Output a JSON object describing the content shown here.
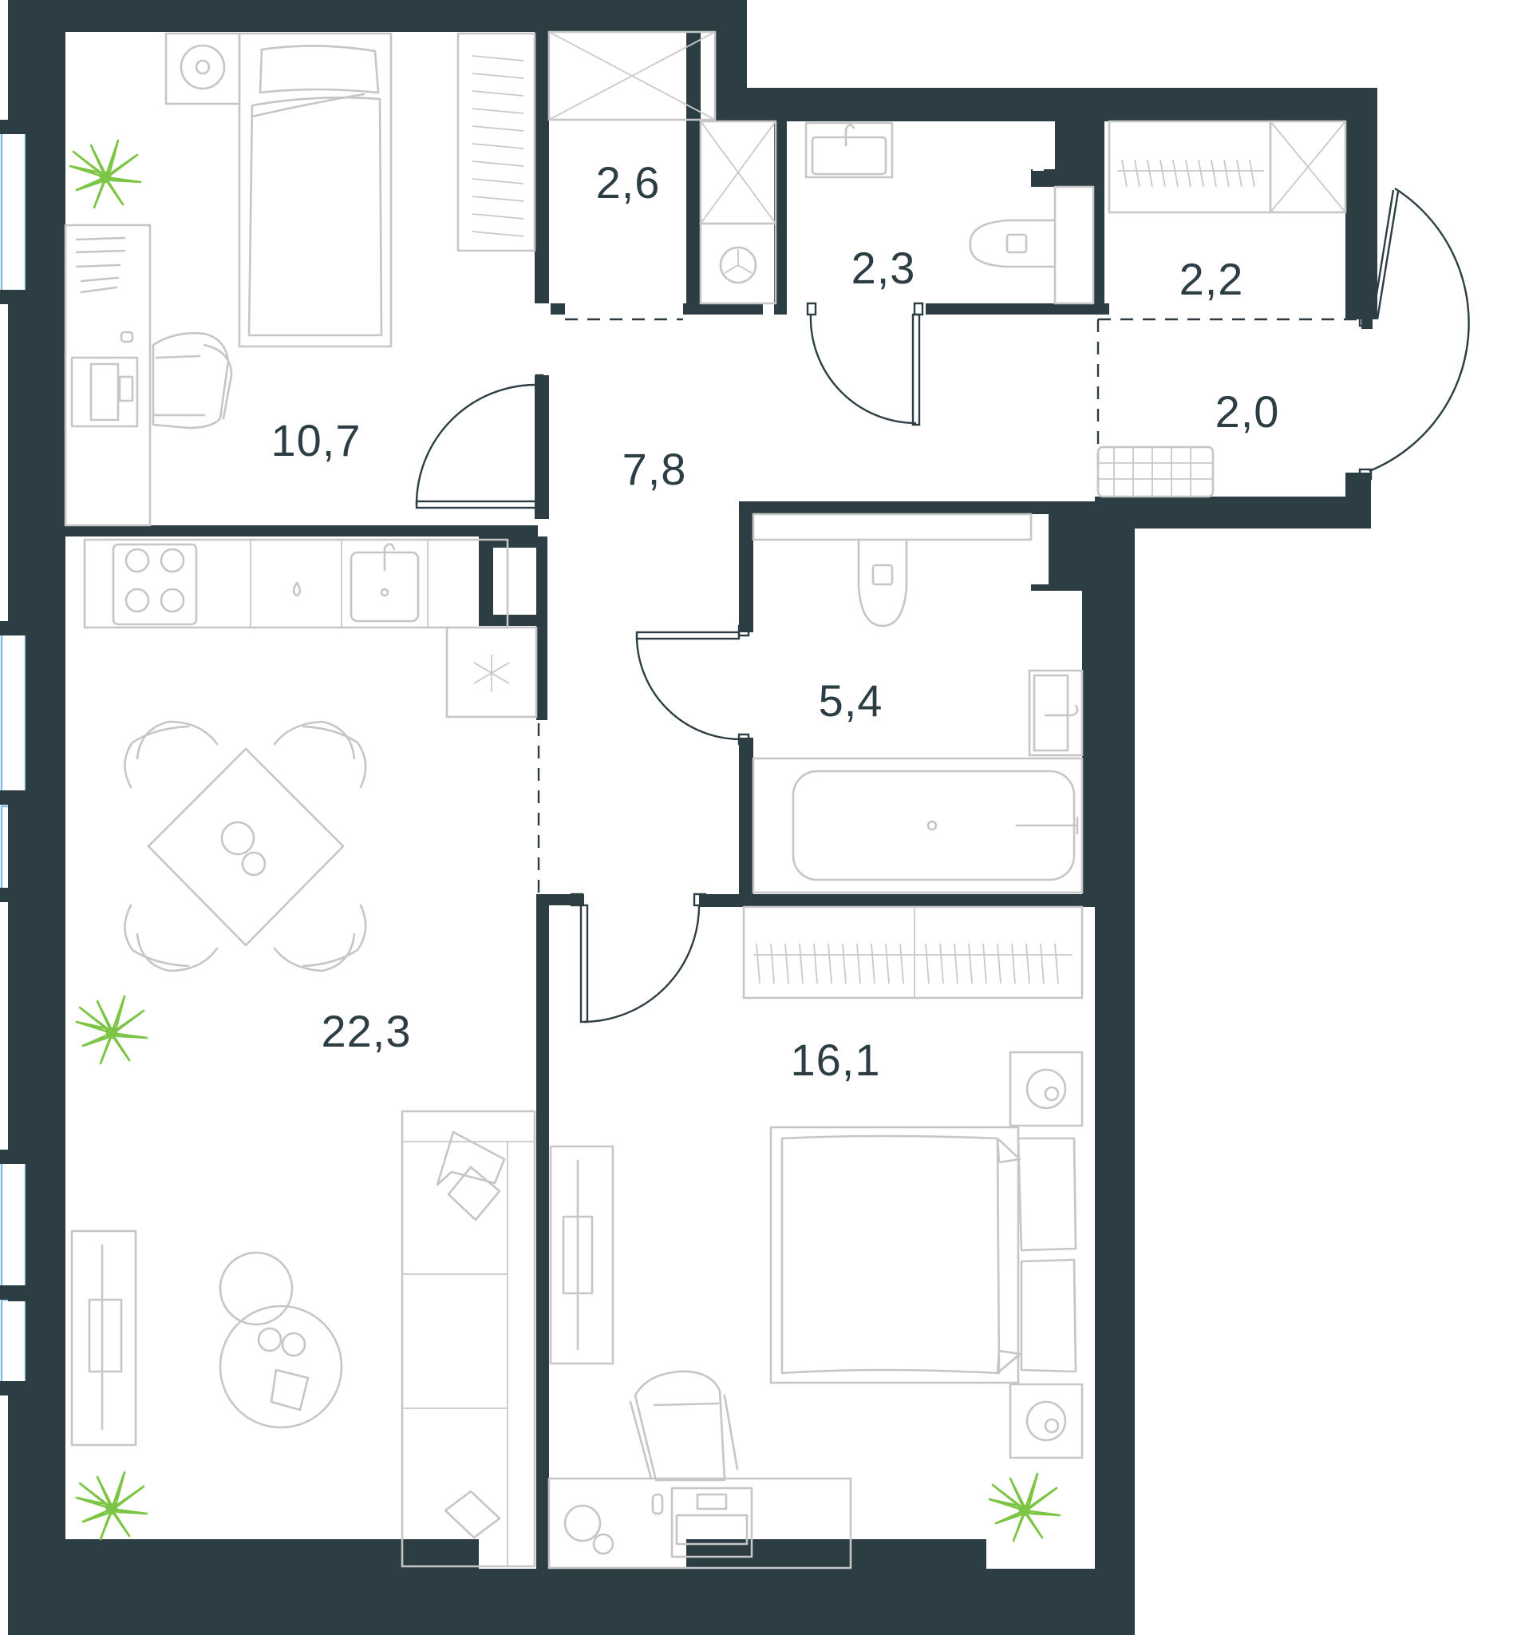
{
  "colors": {
    "wall": "#2c3e43",
    "furniture": "#c6c6c6",
    "plant": "#7cc443",
    "window": "#7fbde0",
    "label": "#2c3e43",
    "background": "#ffffff"
  },
  "rooms": [
    {
      "id": "bedroom-small",
      "label": "10,7"
    },
    {
      "id": "storage-1",
      "label": "2,6"
    },
    {
      "id": "toilet",
      "label": "2,3"
    },
    {
      "id": "wardrobe",
      "label": "2,2"
    },
    {
      "id": "balcony-hall",
      "label": "2,0"
    },
    {
      "id": "hallway",
      "label": "7,8"
    },
    {
      "id": "bathroom",
      "label": "5,4"
    },
    {
      "id": "kitchen-living",
      "label": "22,3"
    },
    {
      "id": "bedroom-master",
      "label": "16,1"
    }
  ],
  "icons": [
    "plant-icon",
    "bed-icon",
    "sofa-icon",
    "bathtub-icon",
    "toilet-icon",
    "sink-icon",
    "stove-icon",
    "washing-machine-icon",
    "dining-table-icon",
    "desk-icon",
    "armchair-icon",
    "tv-stand-icon",
    "wardrobe-icon",
    "door-swing-icon",
    "window-icon"
  ]
}
